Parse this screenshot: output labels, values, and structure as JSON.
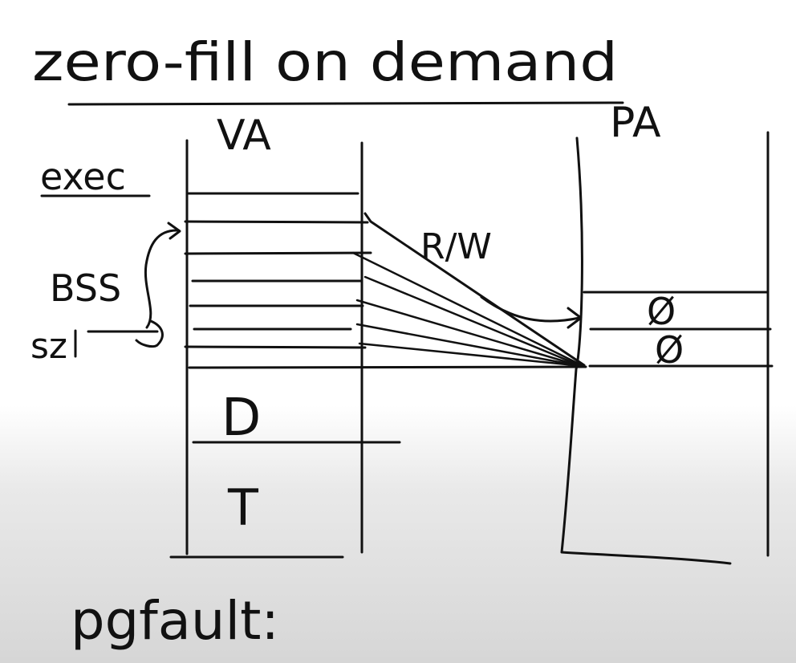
{
  "title": "zero-fill on demand",
  "labels": {
    "exec": "exec",
    "va": "VA",
    "pa": "PA",
    "bss": "BSS",
    "sz": "sz",
    "rw": "R/W",
    "data_segment": "D",
    "text_segment": "T",
    "zero_page_1": "Ø",
    "zero_page_2": "Ø",
    "pgfault": "pgfault:"
  },
  "colors": {
    "ink": "#111111",
    "background": "#ffffff",
    "shadow": "#d6d6d6"
  }
}
